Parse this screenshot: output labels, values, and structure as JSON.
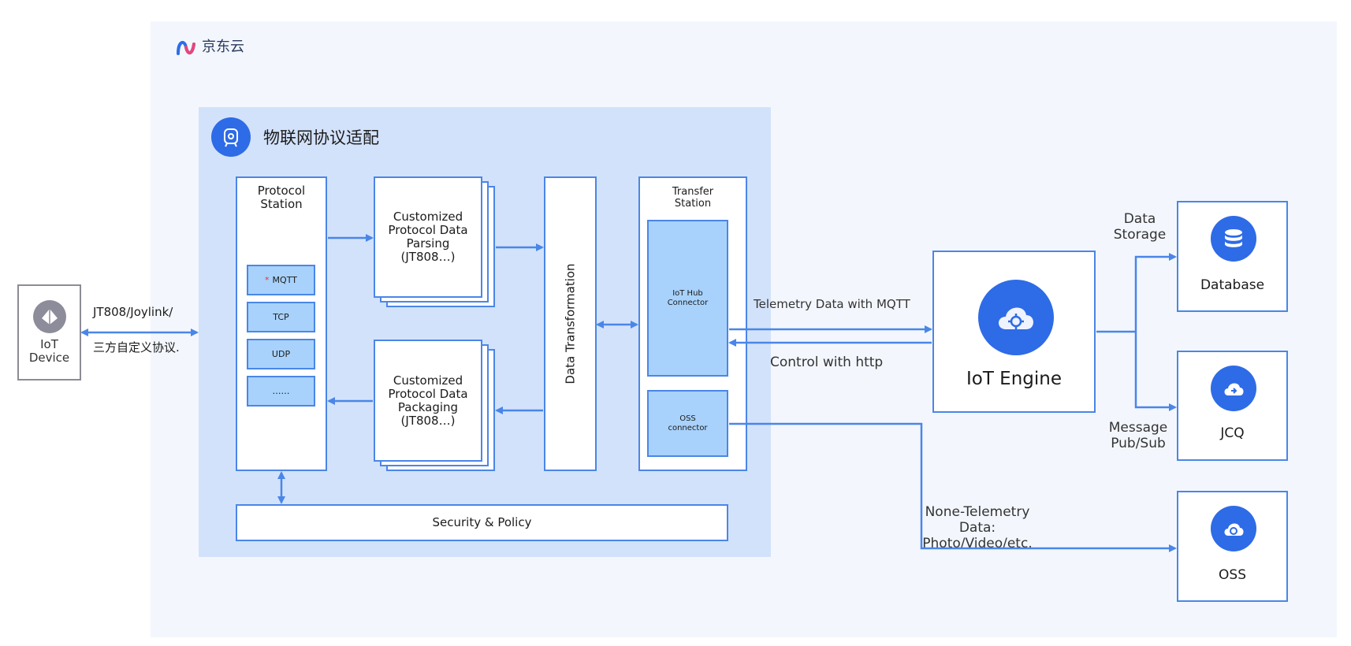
{
  "brand": {
    "name": "京东云"
  },
  "adapter": {
    "title": "物联网协议适配"
  },
  "device": {
    "label": "IoT\nDevice"
  },
  "device_link": {
    "line1": "JT808/Joylink/",
    "line2": "三方自定义协议."
  },
  "protocol_station": {
    "title": "Protocol\nStation",
    "protocols": [
      {
        "label": "MQTT",
        "marker": "*"
      },
      {
        "label": "TCP"
      },
      {
        "label": "UDP"
      },
      {
        "label": "……"
      }
    ]
  },
  "parsing": {
    "label": "Customized\nProtocol Data\nParsing\n(JT808…)"
  },
  "packaging": {
    "label": "Customized\nProtocol Data\nPackaging\n(JT808…)"
  },
  "transformation": {
    "label": "Data Transformation"
  },
  "transfer_station": {
    "title": "Transfer\nStation",
    "iot_hub": "IoT Hub\nConnector",
    "oss": "OSS\nconnector"
  },
  "security": {
    "label": "Security & Policy"
  },
  "links": {
    "telemetry": "Telemetry Data with MQTT",
    "control": "Control with http",
    "none_telemetry": "None-Telemetry Data:\nPhoto/Video/etc.",
    "data_storage": "Data\nStorage",
    "message_pubsub": "Message\nPub/Sub"
  },
  "engine": {
    "label": "IoT Engine"
  },
  "services": {
    "database": "Database",
    "jcq": "JCQ",
    "oss": "OSS"
  },
  "colors": {
    "accent": "#4a86e8",
    "icon_bg": "#2e6be6",
    "panel": "#d3e2fb",
    "page": "#f3f7fd",
    "connector": "#a8d2fb"
  }
}
